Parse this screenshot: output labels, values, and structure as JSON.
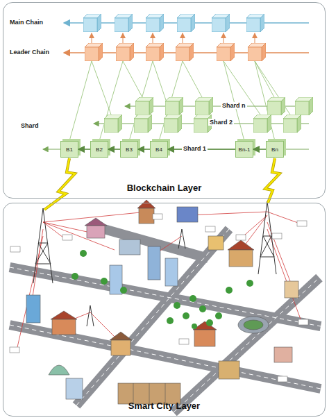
{
  "diagram": {
    "nodes": [
      {
        "text": [
          "Blockchain Layer"
        ]
      },
      {
        "text": [
          "B1"
        ],
        "in": 0
      },
      {
        "text": [
          "B2"
        ],
        "in": 0
      },
      {
        "text": [
          "B3"
        ],
        "in": 0
      },
      {
        "text": [
          "B4"
        ],
        "in": 0
      },
      {
        "text": [
          "Bn-1"
        ],
        "in": 0
      },
      {
        "text": [
          "Bn"
        ],
        "in": 0
      },
      {
        "text": [
          "Smart City Layer"
        ]
      }
    ],
    "edges": [
      {
        "from": 2,
        "to": 1,
        "arrow": "to"
      },
      {
        "from": 3,
        "to": 2,
        "arrow": "to"
      },
      {
        "from": 4,
        "to": 3,
        "arrow": "to"
      },
      {
        "from": 5,
        "to": 4,
        "arrow": "to"
      },
      {
        "from": 6,
        "to": 5,
        "arrow": "to"
      }
    ],
    "labels": [
      "Main Chain",
      "Leader Chain",
      "Shard",
      "Shard n",
      "Shard 2",
      "Shard 1"
    ]
  }
}
